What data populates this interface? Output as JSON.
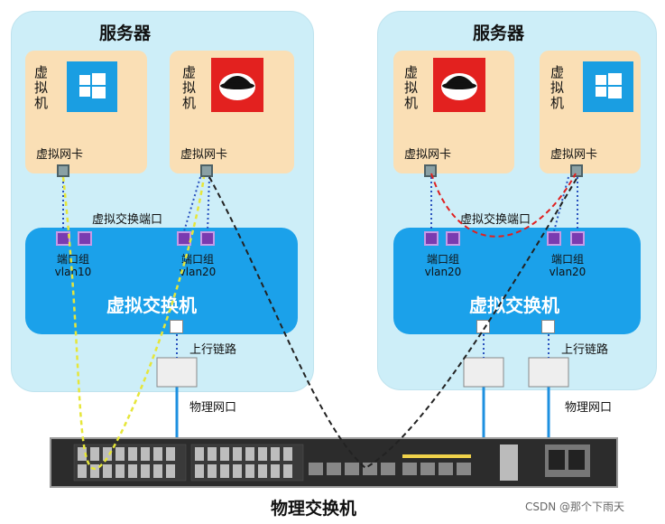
{
  "servers": [
    {
      "title": "服务器",
      "vms": [
        {
          "label": "虚拟机",
          "nic_label": "虚拟网卡",
          "logo": "windows-logo-icon"
        },
        {
          "label": "虚拟机",
          "nic_label": "虚拟网卡",
          "logo": "redhat-logo-icon"
        }
      ],
      "vswitch_port_label": "虚拟交换端口",
      "port_groups": [
        {
          "line1": "端口组",
          "line2": "vlan10"
        },
        {
          "line1": "端口组",
          "line2": "vlan20"
        }
      ],
      "vswitch_label": "虚拟交换机",
      "uplink_label": "上行链路",
      "phys_port_label": "物理网口"
    },
    {
      "title": "服务器",
      "vms": [
        {
          "label": "虚拟机",
          "nic_label": "虚拟网卡",
          "logo": "redhat-logo-icon"
        },
        {
          "label": "虚拟机",
          "nic_label": "虚拟网卡",
          "logo": "windows-logo-icon"
        }
      ],
      "vswitch_port_label": "虚拟交换端口",
      "port_groups": [
        {
          "line1": "端口组",
          "line2": "vlan20"
        },
        {
          "line1": "端口组",
          "line2": "vlan20"
        }
      ],
      "vswitch_label": "虚拟交换机",
      "uplink_label": "上行链路",
      "phys_port_label": "物理网口"
    }
  ],
  "physical_switch_label": "物理交换机",
  "watermark": "CSDN @那个下雨天",
  "colors": {
    "server_bg": "#cdeef8",
    "vm_bg": "#fadfb5",
    "vswitch_bg": "#1ba1ea",
    "port_group": "#7a3bb0",
    "link_yellow": "#e6e63a",
    "link_black": "#222222",
    "link_red": "#e02020",
    "link_blue": "#1e90e0"
  }
}
